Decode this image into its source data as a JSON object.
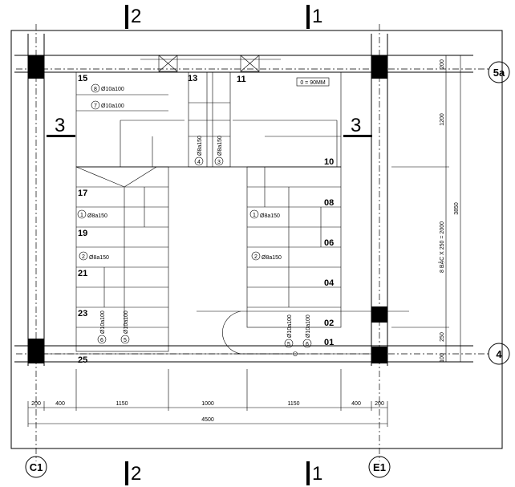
{
  "section_marks": {
    "top_left": "2",
    "top_right": "1",
    "bottom_left": "2",
    "bottom_right": "1",
    "side_left": "3",
    "side_right": "3"
  },
  "grid_bubbles": {
    "top_right": "5a",
    "bottom_right": "4",
    "bottom_left": "C1",
    "bottom_right_col": "E1"
  },
  "note": "0 = 90MM",
  "step_numbers": {
    "s15": "15",
    "s13": "13",
    "s11": "11",
    "s10": "10",
    "s17": "17",
    "s08": "08",
    "s19": "19",
    "s06": "06",
    "s21": "21",
    "s04": "04",
    "s23": "23",
    "s02": "02",
    "s25": "25",
    "s01": "01"
  },
  "rebar_marks": {
    "m8": "8",
    "m7": "7",
    "m4": "4",
    "m3": "3",
    "m1a": "1",
    "m1b": "1",
    "m2a": "2",
    "m2b": "2",
    "m6": "6",
    "m5": "5",
    "m5b": "5",
    "m6b": "6"
  },
  "rebar_labels": {
    "r8": "Ø10a100",
    "r7": "Ø10a100",
    "r4": "Ø8a150",
    "r3": "Ø8a150",
    "r1a": "Ø8a150",
    "r1b": "Ø8a150",
    "r2a": "Ø8a150",
    "r2b": "Ø8a150",
    "r6": "Ø10a100",
    "r5": "Ø10a100",
    "r5b": "Ø10a100",
    "r6b": "Ø10a100"
  },
  "bottom_dims": {
    "d1": "200",
    "d2": "400",
    "d3": "1150",
    "d4": "1000",
    "d5": "1150",
    "d6": "400",
    "d7": "200",
    "total": "4500"
  },
  "right_dims": {
    "d1": "200",
    "d2": "1200",
    "d3": "8 BẬC X 250 = 2000",
    "d4": "250",
    "d5": "100",
    "total": "3850"
  }
}
